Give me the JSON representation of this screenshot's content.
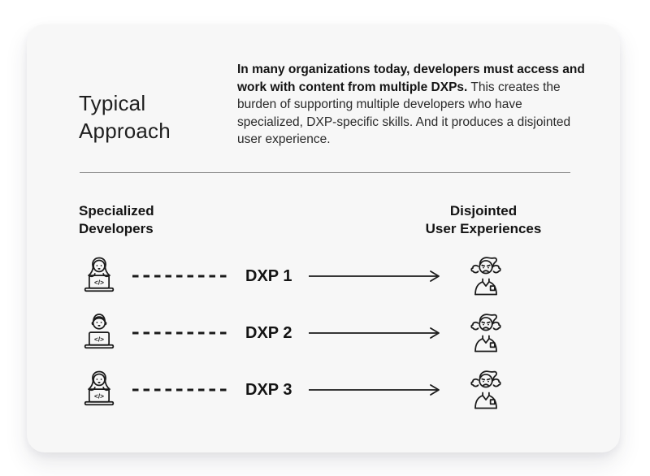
{
  "card": {
    "title": "Typical Approach",
    "intro_bold": "In many organizations today, developers must access and work with content from multiple DXPs.",
    "intro_rest": " This creates the burden of supporting multiple developers who have specialized, DXP-specific skills. And it produces a disjointed user experience."
  },
  "diagram": {
    "left_header": "Specialized\nDevelopers",
    "right_header": "Disjointed\nUser Experiences",
    "rows": [
      {
        "developer_icon": "developer-woman-laptop-icon",
        "dxp_label": "DXP 1",
        "user_icon": "frustrated-user-icon"
      },
      {
        "developer_icon": "developer-man-laptop-icon",
        "dxp_label": "DXP 2",
        "user_icon": "frustrated-user-icon"
      },
      {
        "developer_icon": "developer-woman-laptop-icon",
        "dxp_label": "DXP 3",
        "user_icon": "frustrated-user-icon"
      }
    ],
    "code_glyph": "</>"
  },
  "colors": {
    "page_bg": "#ffffff",
    "card_bg": "#f7f7f7",
    "text": "#1b1b1b",
    "divider": "#8a8a8a",
    "line_art": "#1a1a1a"
  }
}
